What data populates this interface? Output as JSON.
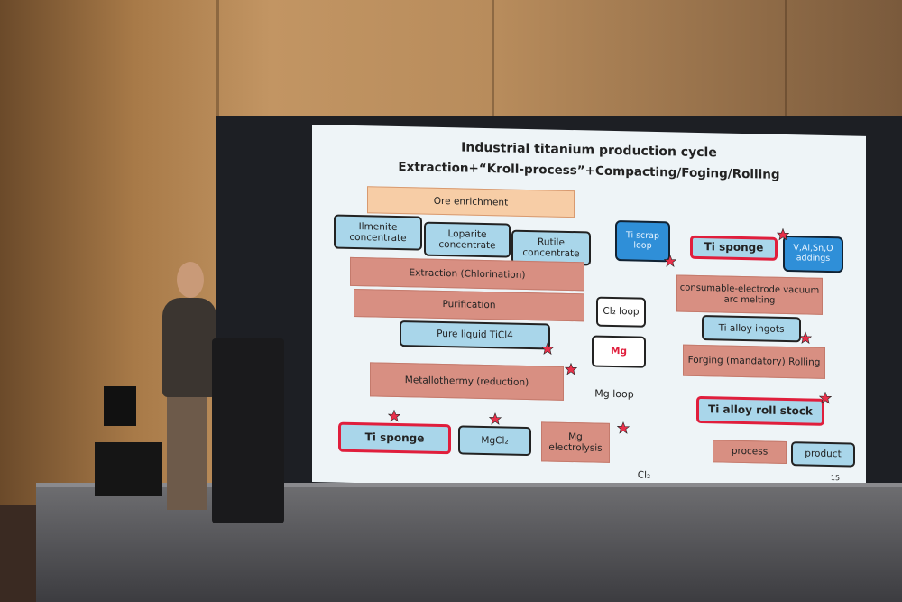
{
  "slide": {
    "title_line1": "Industrial titanium production cycle",
    "title_line2": "Extraction+“Kroll-process”+Compacting/Foging/Rolling",
    "ore": "Ore enrichment",
    "ilmenite": "Ilmenite concentrate",
    "loparite": "Loparite concentrate",
    "rutile": "Rutile concentrate",
    "extraction": "Extraction (Chlorination)",
    "purification": "Purification",
    "ticl4": "Pure liquid TiCl4",
    "metallothermy": "Metallothermy (reduction)",
    "ti_sponge_left": "Ti sponge",
    "mgcl2": "MgCl₂",
    "mg_electrolysis": "Mg electrolysis",
    "cl2_loop": "Cl₂ loop",
    "mg": "Mg",
    "mg_loop": "Mg loop",
    "cl2": "Cl₂",
    "ti_scrap": "Ti scrap loop",
    "ti_sponge_right": "Ti sponge",
    "addings": "V,Al,Sn,O addings",
    "consumable": "consumable-electrode vacuum arc melting",
    "ingots": "Ti alloy ingots",
    "forging": "Forging (mandatory) Rolling",
    "roll_stock": "Ti alloy roll stock",
    "legend_process": "process",
    "legend_product": "product",
    "page_number": "15"
  },
  "colors": {
    "process": "#d88f82",
    "product": "#a9d6ea",
    "highlight": "#e01e3c",
    "scrap": "#2f8fd8"
  }
}
